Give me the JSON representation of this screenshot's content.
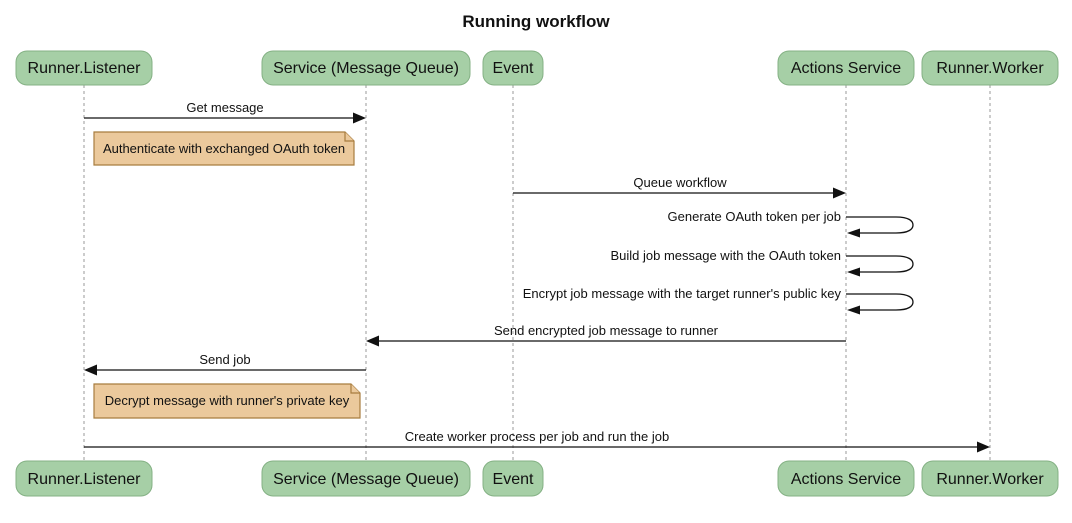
{
  "title": "Running workflow",
  "colors": {
    "background": "#ffffff",
    "actor_fill": "#a6cfa6",
    "actor_border": "#84b184",
    "note_fill": "#ebc99c",
    "note_border": "#a87d3f",
    "lifeline": "#9a9a9a",
    "line": "#111111",
    "text": "#111111"
  },
  "participants": [
    {
      "label": "Runner.Listener"
    },
    {
      "label": "Service (Message Queue)"
    },
    {
      "label": "Event"
    },
    {
      "label": "Actions Service"
    },
    {
      "label": "Runner.Worker"
    }
  ],
  "messages": [
    {
      "type": "message",
      "label": "Get message",
      "from": "Runner.Listener",
      "to": "Service (Message Queue)"
    },
    {
      "type": "note",
      "label": "Authenticate with exchanged OAuth token",
      "position": "right of Runner.Listener"
    },
    {
      "type": "message",
      "label": "Queue workflow",
      "from": "Event",
      "to": "Actions Service"
    },
    {
      "type": "self",
      "label": "Generate OAuth token per job",
      "actor": "Actions Service"
    },
    {
      "type": "self",
      "label": "Build job message with the OAuth token",
      "actor": "Actions Service"
    },
    {
      "type": "self",
      "label": "Encrypt job message with the target runner's public key",
      "actor": "Actions Service"
    },
    {
      "type": "message",
      "label": "Send encrypted job message to runner",
      "from": "Actions Service",
      "to": "Service (Message Queue)"
    },
    {
      "type": "message",
      "label": "Send job",
      "from": "Service (Message Queue)",
      "to": "Runner.Listener"
    },
    {
      "type": "note",
      "label": "Decrypt message with runner's private key",
      "position": "right of Runner.Listener"
    },
    {
      "type": "message",
      "label": "Create worker process per job and run the job",
      "from": "Runner.Listener",
      "to": "Runner.Worker"
    }
  ]
}
